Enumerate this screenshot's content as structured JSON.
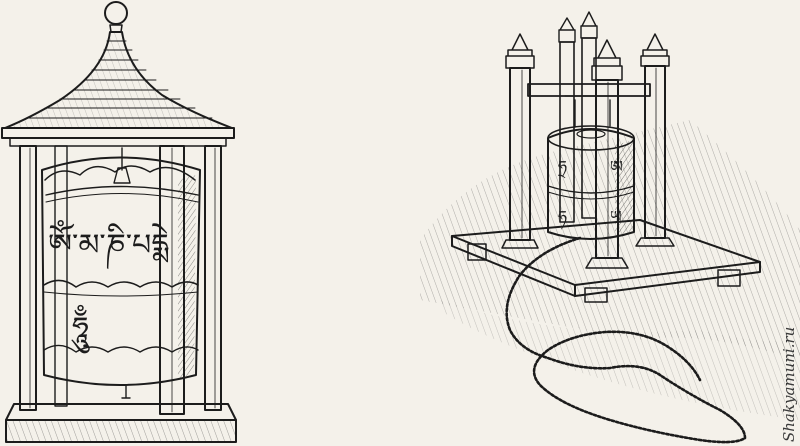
{
  "figure": {
    "left_object": "pagoda-roofed prayer wheel in lantern frame",
    "right_object": "prayer wheel in four-post frame on base with chain"
  },
  "drum_inscriptions": {
    "line1": "ཨོཾ་མ་ཎི་པདྨེ",
    "line2": "ཧཱུྃ"
  },
  "small_drum_marks": [
    "ཧྲ",
    "ཨ",
    "ཧ",
    "ཡ"
  ],
  "watermark": "Shakyamuni.ru",
  "colors": {
    "ink": "#1c1c1c",
    "paper": "#f4f1ea"
  }
}
